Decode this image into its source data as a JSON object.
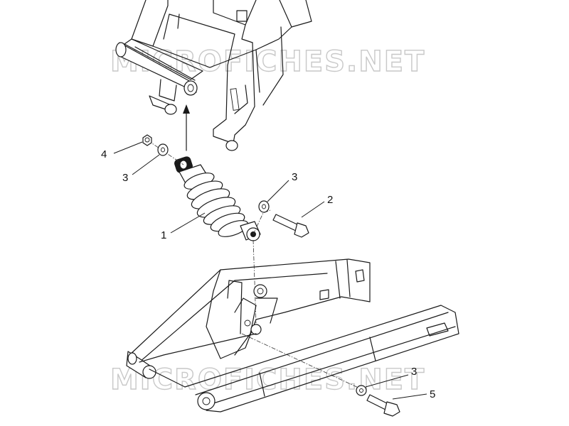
{
  "watermark": {
    "text": "MICROFICHES.NET"
  },
  "callouts": [
    {
      "id": "c1",
      "label": "1"
    },
    {
      "id": "c2",
      "label": "2"
    },
    {
      "id": "c3a",
      "label": "3"
    },
    {
      "id": "c3b",
      "label": "3"
    },
    {
      "id": "c3c",
      "label": "3"
    },
    {
      "id": "c4",
      "label": "4"
    },
    {
      "id": "c5",
      "label": "5"
    }
  ],
  "colors": {
    "line": "#1a1a1a",
    "watermark_outline": "#c8c8c8",
    "background": "#ffffff"
  }
}
